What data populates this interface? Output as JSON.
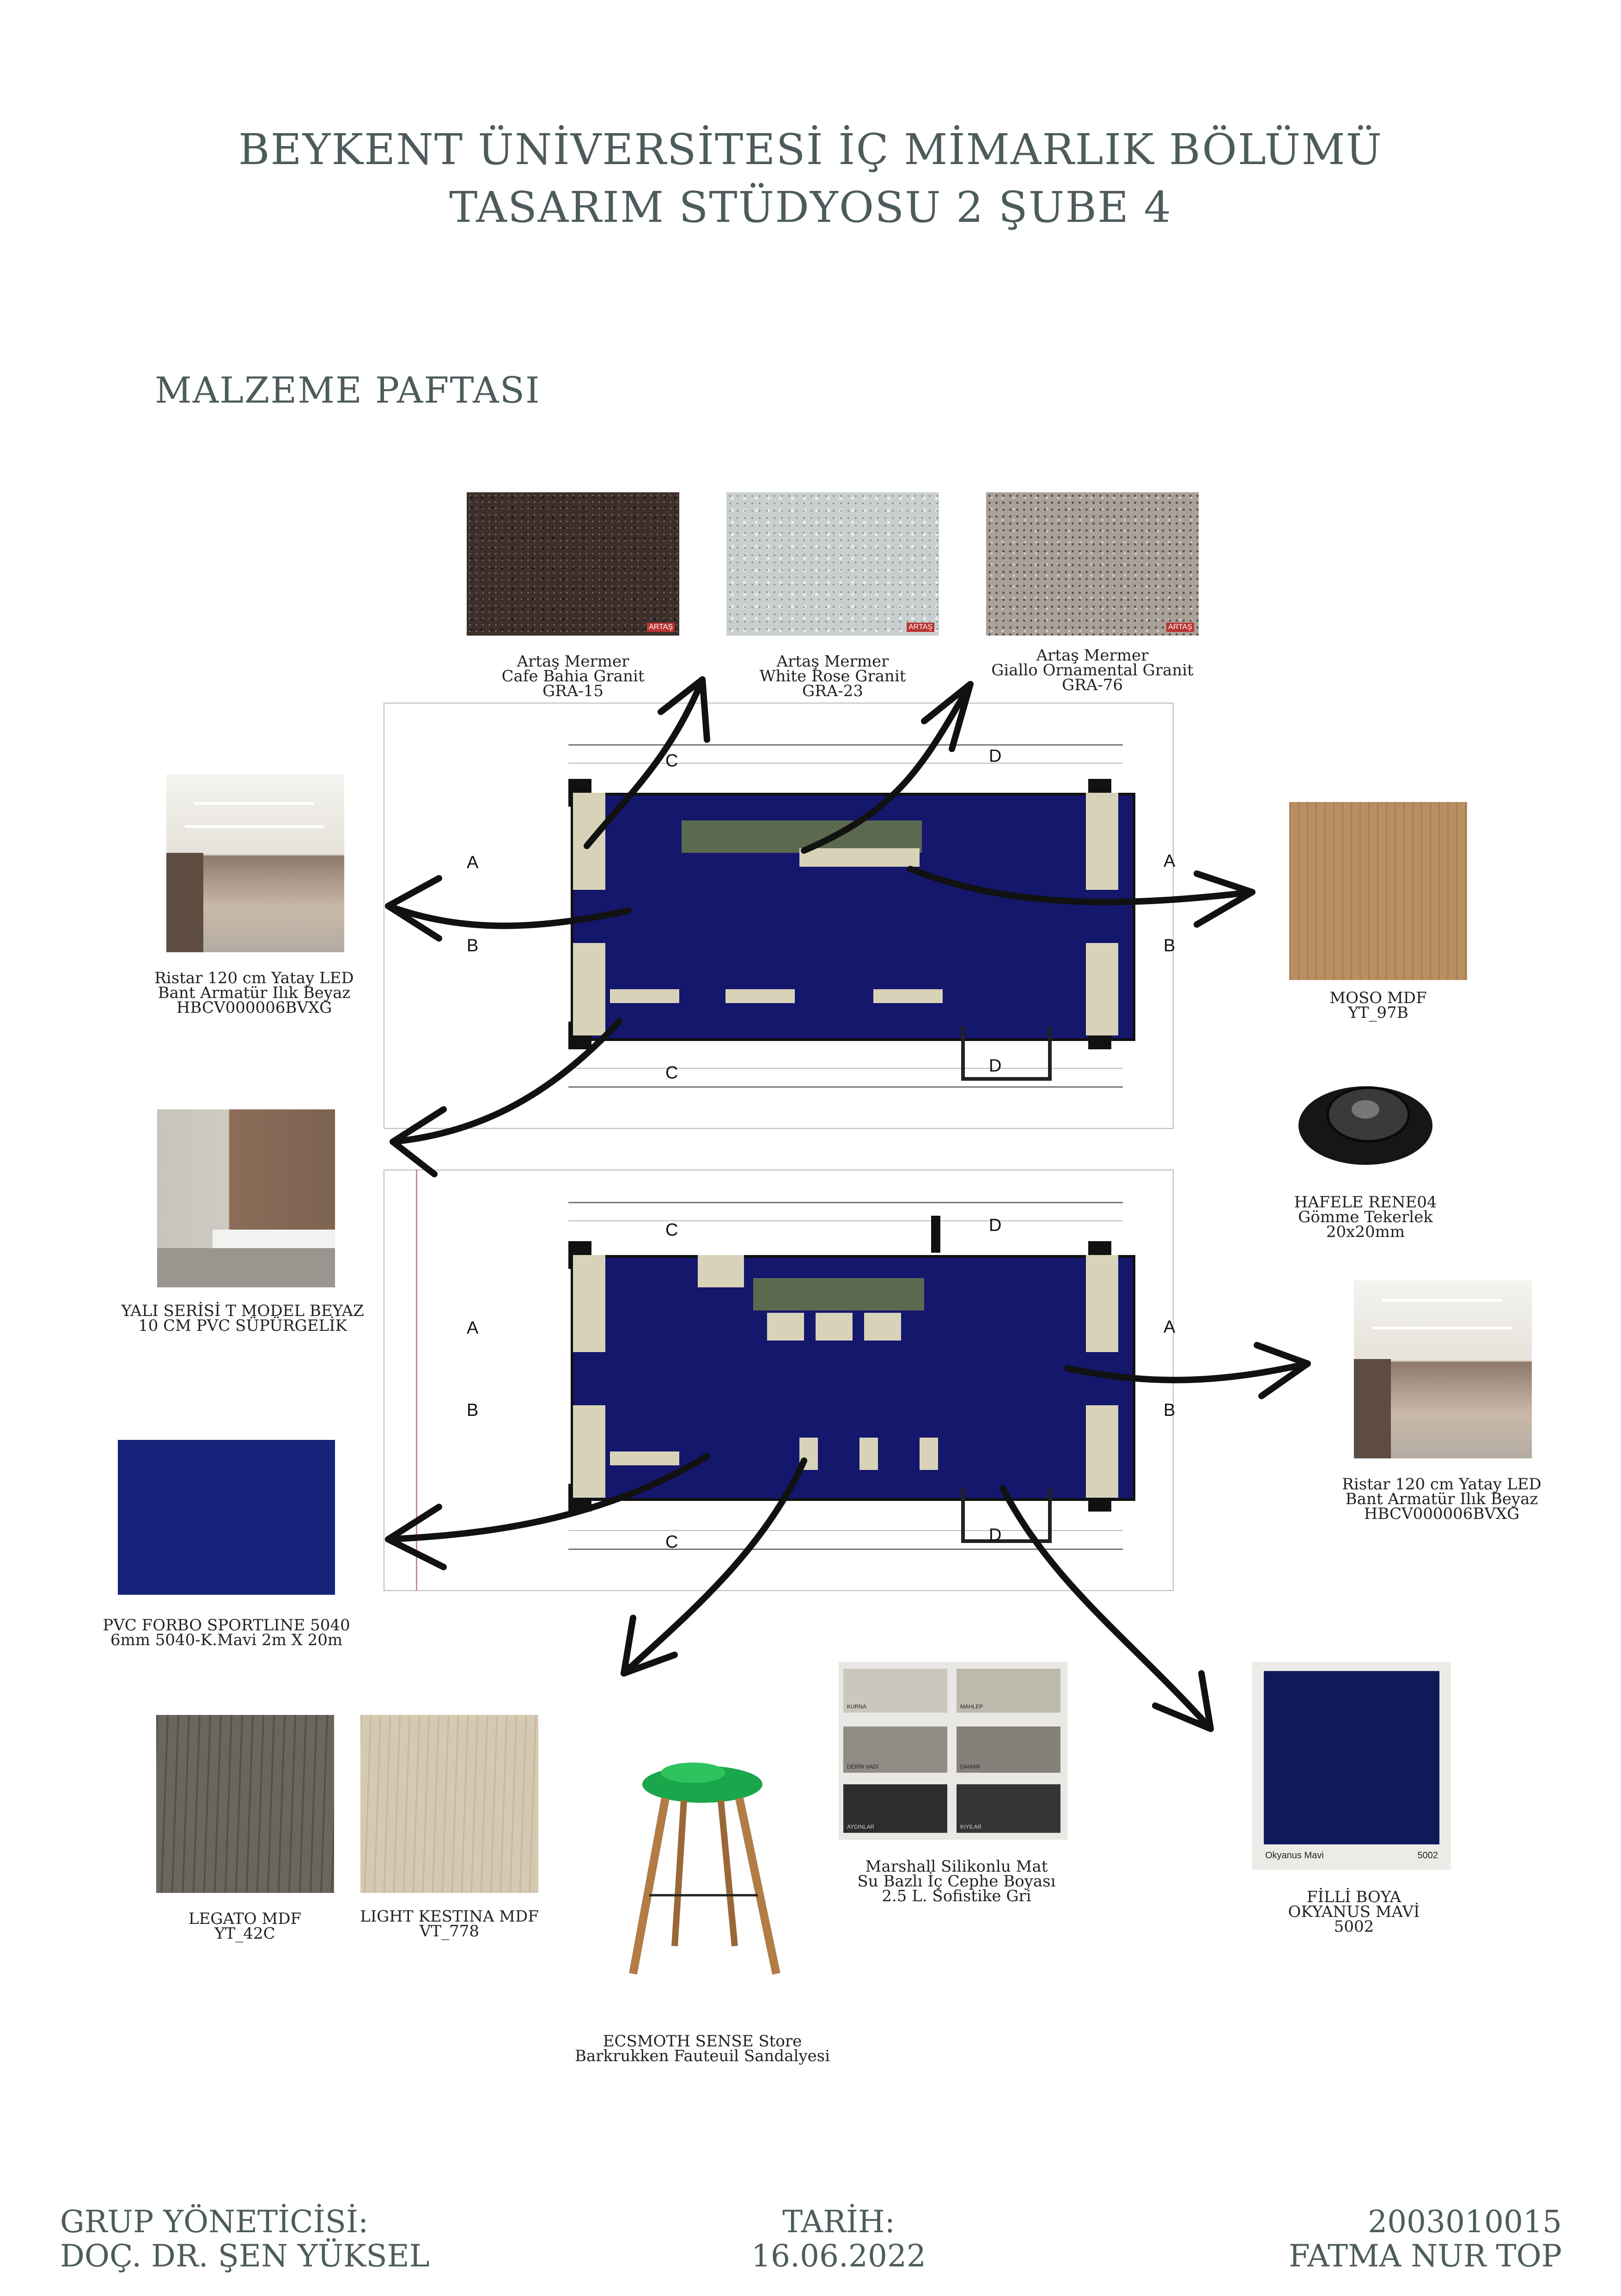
{
  "header": {
    "title_line1": "BEYKENT ÜNİVERSİTESİ İÇ MİMARLIK BÖLÜMÜ",
    "title_line2": "TASARIM STÜDYOSU 2 ŞUBE 4",
    "section": "MALZEME PAFTASI"
  },
  "materials": {
    "granite1": [
      "Artaş Mermer",
      "Cafe Bahia Granit",
      "GRA-15"
    ],
    "granite2": [
      "Artaş Mermer",
      "White Rose Granit",
      "GRA-23"
    ],
    "granite3": [
      "Artaş Mermer",
      "Giallo Ornamental Granit",
      "GRA-76"
    ],
    "led_left": [
      "Ristar 120 cm Yatay LED",
      "Bant Armatür Ilık Beyaz",
      "HBCV000006BVXG"
    ],
    "moso": [
      "MOSO MDF",
      "YT_97B"
    ],
    "hafele": [
      "HAFELE RENE04",
      "Gömme Tekerlek",
      "20x20mm"
    ],
    "skirting": [
      "YALI SERİSİ T MODEL BEYAZ",
      "10 CM PVC SÜPÜRGELİK"
    ],
    "led_right": [
      "Ristar 120 cm Yatay LED",
      "Bant Armatür Ilık Beyaz",
      "HBCV000006BVXG"
    ],
    "forbo": [
      "PVC FORBO SPORTLINE 5040",
      "6mm 5040-K.Mavi 2m X 20m"
    ],
    "legato": [
      "LEGATO MDF",
      "YT_42C"
    ],
    "kestina": [
      "LIGHT KESTINA MDF",
      "VT_778"
    ],
    "stool": [
      "ECSMOTH SENSE Store",
      "Barkrukken Fauteuil Sandalyesi"
    ],
    "marshall": [
      "Marshall Silikonlu Mat",
      "Su Bazlı İç Cephe Boyası",
      "2.5 L. Sofistike Gri"
    ],
    "filli": [
      "FİLLİ BOYA",
      "OKYANUS MAVİ",
      "5002"
    ]
  },
  "swatch_labels": {
    "artas_logo": "ARTAŞ",
    "marshall_chips": [
      "KURNA",
      "MAHLEP",
      "DERİN VADİ",
      "DAMAR",
      "AYDINLAR",
      "KIYILAR"
    ],
    "filli_name": "Okyanus Mavi",
    "filli_code": "5002"
  },
  "plan_markers": {
    "a": "A",
    "b": "B",
    "c": "C",
    "d": "D"
  },
  "colors": {
    "floor_blue": "#14176b",
    "forbo_blue": "#16237a",
    "filli_blue": "#0f1a5a",
    "title_gray": "#4d5b5c"
  },
  "footer": {
    "left_label": "GRUP YÖNETİCİSİ:",
    "left_name": "DOÇ. DR. ŞEN YÜKSEL",
    "center_label": "TARİH:",
    "center_date": "16.06.2022",
    "right_number": "2003010015",
    "right_name": "FATMA NUR TOP"
  }
}
